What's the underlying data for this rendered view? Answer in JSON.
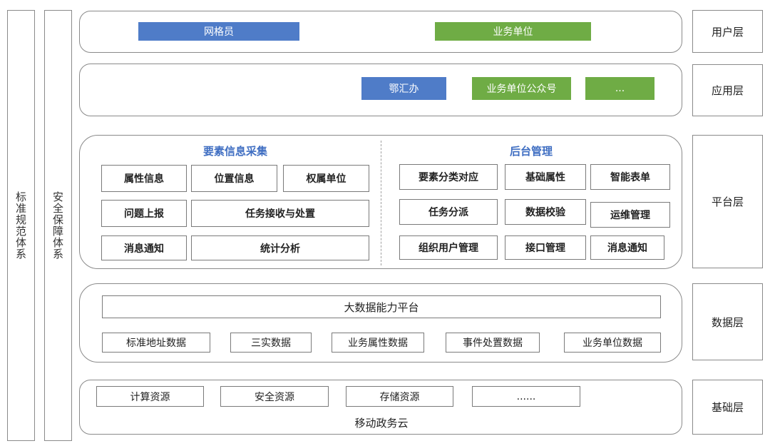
{
  "left_bars": {
    "standards": "标准规范体系",
    "security": "安全保障体系"
  },
  "layers": {
    "user": "用户层",
    "application": "应用层",
    "platform": "平台层",
    "data": "数据层",
    "base": "基础层"
  },
  "user_layer": {
    "grid_member": "网格员",
    "business_unit": "业务单位"
  },
  "app_layer": {
    "ehuiban": "鄂汇办",
    "official_account": "业务单位公众号",
    "more": "..."
  },
  "platform": {
    "collection_title": "要素信息采集",
    "backend_title": "后台管理",
    "collection": {
      "attr_info": "属性信息",
      "location_info": "位置信息",
      "owner_unit": "权属单位",
      "issue_report": "问题上报",
      "task_receive": "任务接收与处置",
      "message": "消息通知",
      "statistics": "统计分析"
    },
    "backend": {
      "element_mapping": "要素分类对应",
      "basic_attr": "基础属性",
      "smart_form": "智能表单",
      "task_dispatch": "任务分派",
      "data_check": "数据校验",
      "ops": "运维管理",
      "org_user": "组织用户管理",
      "api_mgmt": "接口管理",
      "message": "消息通知"
    }
  },
  "data_layer": {
    "bigdata": "大数据能力平台",
    "items": [
      "标准地址数据",
      "三实数据",
      "业务属性数据",
      "事件处置数据",
      "业务单位数据"
    ]
  },
  "base_layer": {
    "items": [
      "计算资源",
      "安全资源",
      "存储资源",
      "......"
    ],
    "cloud": "移动政务云"
  },
  "colors": {
    "blue": "#4f7cc8",
    "green": "#6fac45",
    "section_title": "#3f6ec2"
  }
}
